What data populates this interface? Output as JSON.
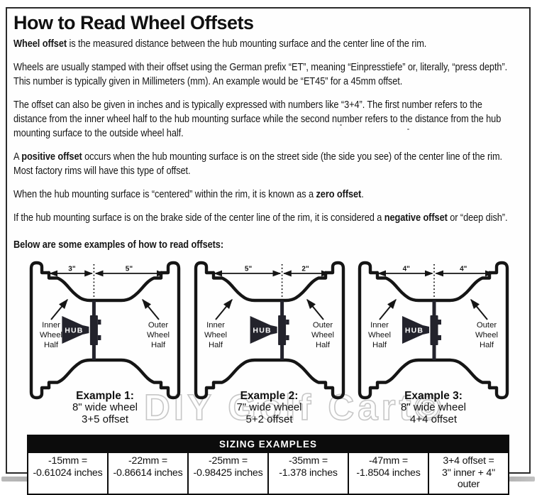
{
  "title": "How to Read Wheel Offsets",
  "body": {
    "p1_bold": "Wheel offset",
    "p1_rest": " is the measured distance between the hub mounting surface and the center line of the rim.",
    "p2_l1": "Wheels are usually stamped with their offset using the German prefix “ET”, meaning “Einpresstiefe” or, literally, “press depth”.",
    "p2_l2": "This number is typically given in Millimeters (mm). An example would be “ET45” for a 45mm offset.",
    "p3_l1": "The offset can also be given in inches and is typically expressed with numbers like “3+4”. The first number refers to the",
    "p3_l2": "distance from the inner wheel half to the hub mounting surface while the second number refers to the distance from the hub",
    "p3_l3": "mounting surface to the outside wheel half.",
    "p4_l1_pre": "A ",
    "p4_l1_bold": "positive offset",
    "p4_l1_post": " occurs when the hub mounting surface is on the street side (the side you see) of the center line of the rim.",
    "p4_l2": "Most factory rims will have this type of offset.",
    "p5_pre": "When the hub mounting surface is “centered” within the rim, it is known as a ",
    "p5_bold": "zero offset",
    "p5_post": ".",
    "p6_pre": "If the hub mounting surface is on the brake side of the center line of the rim, it is considered a ",
    "p6_bold": "negative offset",
    "p6_post": " or “deep dish”.",
    "examples_heading": "Below are some examples of how to read offsets:"
  },
  "diagrams": [
    {
      "dim_left": "3\"",
      "dim_right": "5\"",
      "split": 0.4,
      "hub_label": "HUB",
      "inner_label": [
        "Inner",
        "Wheel",
        "Half"
      ],
      "outer_label": [
        "Outer",
        "Wheel",
        "Half"
      ],
      "caption_title": "Example 1:",
      "caption_line2": "8\" wide wheel",
      "caption_line3": "3+5 offset"
    },
    {
      "dim_left": "5\"",
      "dim_right": "2\"",
      "split": 0.6,
      "hub_label": "HUB",
      "inner_label": [
        "Inner",
        "Wheel",
        "Half"
      ],
      "outer_label": [
        "Outer",
        "Wheel",
        "Half"
      ],
      "caption_title": "Example 2:",
      "caption_line2": "7\" wide wheel",
      "caption_line3": "5+2 offset"
    },
    {
      "dim_left": "4\"",
      "dim_right": "4\"",
      "split": 0.5,
      "hub_label": "HUB",
      "inner_label": [
        "Inner",
        "Wheel",
        "Half"
      ],
      "outer_label": [
        "Outer",
        "Wheel",
        "Half"
      ],
      "caption_title": "Example 3:",
      "caption_line2": "8\" wide wheel",
      "caption_line3": "4+4 offset"
    }
  ],
  "watermark": "DIY Golf Cart©",
  "table": {
    "header": "SIZING EXAMPLES",
    "cells": [
      {
        "line1": "-15mm =",
        "line2": "-0.61024 inches"
      },
      {
        "line1": "-22mm =",
        "line2": "-0.86614 inches"
      },
      {
        "line1": "-25mm =",
        "line2": "-0.98425 inches"
      },
      {
        "line1": "-35mm =",
        "line2": "-1.378 inches"
      },
      {
        "line1": "-47mm =",
        "line2": "-1.8504 inches"
      },
      {
        "line1": "3+4 offset =",
        "line2": "3\" inner + 4\" outer"
      }
    ]
  },
  "colors": {
    "ink": "#151515",
    "hub_fill": "#23232c",
    "table_header_bg": "#0c0c0c",
    "watermark_gray": "#c7c7c7"
  }
}
